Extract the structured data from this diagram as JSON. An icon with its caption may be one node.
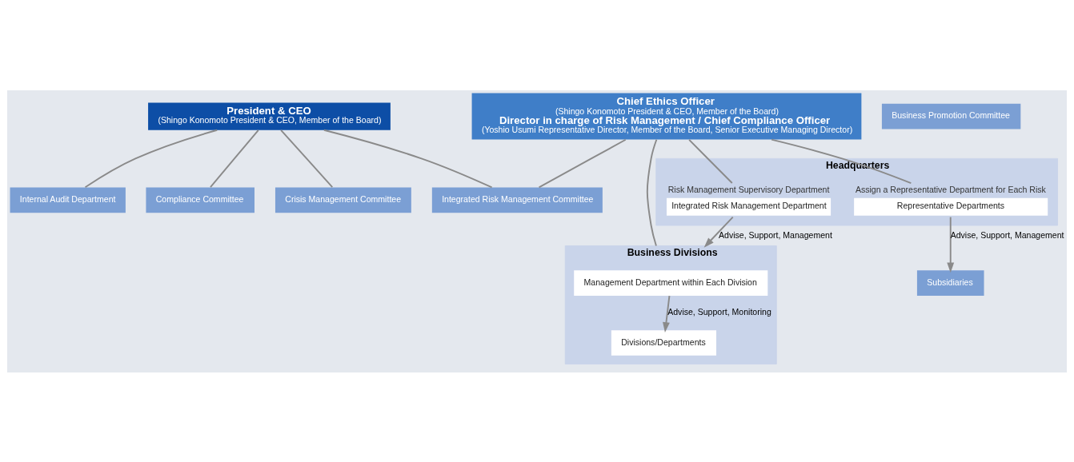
{
  "diagram": {
    "nodes": [
      {
        "text": [
          "President & CEO",
          "(Shingo Konomoto President & CEO, Member of the Board)"
        ]
      },
      {
        "text": [
          "Internal Audit Department"
        ]
      },
      {
        "text": [
          "Chief Ethics Officer",
          "(Shingo Konomoto President & CEO, Member of the Board)",
          "Director in charge of Risk Management / Chief Compliance Officer",
          "(Yoshio Usumi Representative Director, Member of the Board, Senior Executive Managing Director)"
        ]
      },
      {
        "text": [
          "Integrated Risk Management Committee"
        ]
      },
      {
        "text": [
          "Compliance Committee"
        ]
      },
      {
        "text": [
          "Crisis Management Committee"
        ]
      },
      {
        "text": [
          "Business Promotion Committee"
        ]
      },
      {
        "text": [
          "Headquarters"
        ]
      },
      {
        "text": [
          "Integrated Risk Management Department"
        ],
        "in": 7,
        "beside": [
          "Risk Management Supervisory Department"
        ]
      },
      {
        "text": [
          "Representative Departments"
        ],
        "in": 7,
        "beside": [
          "Assign a Representative Department for Each Risk"
        ]
      },
      {
        "text": [
          "Business Divisions"
        ]
      },
      {
        "text": [
          "Management Department within Each Division"
        ],
        "in": 10
      },
      {
        "text": [
          "Divisions/Departments"
        ],
        "in": 10
      },
      {
        "text": [
          "Subsidiaries"
        ]
      }
    ],
    "edges": [
      {
        "from": 0,
        "to": 1,
        "arrow": "none"
      },
      {
        "from": 0,
        "to": 3,
        "arrow": "none"
      },
      {
        "from": 0,
        "to": 4,
        "arrow": "none"
      },
      {
        "from": 0,
        "to": 5,
        "arrow": "none"
      },
      {
        "from": 2,
        "to": 3,
        "arrow": "none"
      },
      {
        "from": 2,
        "to": 8,
        "arrow": "none"
      },
      {
        "from": 2,
        "to": 9,
        "arrow": "none"
      },
      {
        "from": 2,
        "to": 10,
        "arrow": "none"
      },
      {
        "from": 8,
        "to": 10,
        "arrow": "to",
        "label": "Advise, Support, Management"
      },
      {
        "from": 11,
        "to": 12,
        "arrow": "to",
        "label": "Advise, Support, Monitoring"
      },
      {
        "from": 9,
        "to": 13,
        "arrow": "to",
        "label": "Advise, Support, Management"
      }
    ]
  }
}
